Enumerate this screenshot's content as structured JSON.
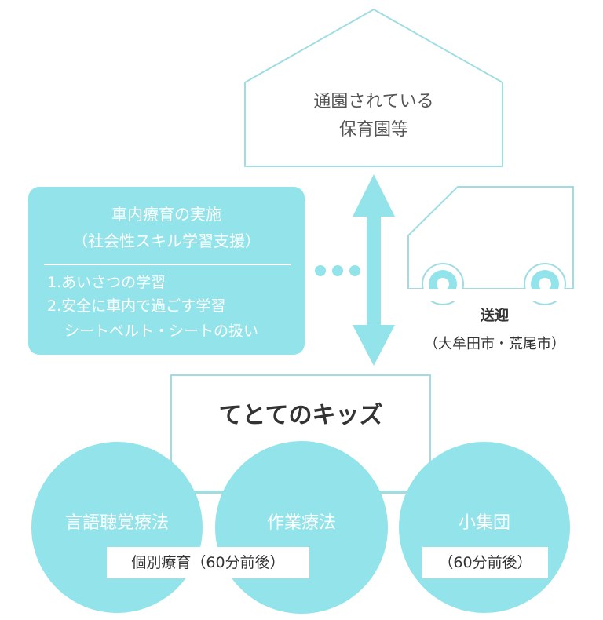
{
  "house": {
    "line1": "通園されている",
    "line2": "保育園等"
  },
  "support_box": {
    "title": "車内療育の実施",
    "subtitle": "（社会性スキル学習支援）",
    "items": [
      "1.あいさつの学習",
      "2.安全に車内で過ごす学習",
      "シートベルト・シートの扱い"
    ]
  },
  "van": {
    "label": "送迎",
    "sublabel": "（大牟田市・荒尾市）"
  },
  "tetote": {
    "label": "てとてのキッズ"
  },
  "circles": [
    {
      "label": "言語聴覚療法"
    },
    {
      "label": "作業療法"
    },
    {
      "label": "小集団"
    }
  ],
  "pills": {
    "individual": "個別療育（60分前後）",
    "group": "（60分前後）"
  },
  "colors": {
    "accent": "#93e4ea",
    "text": "#333333",
    "outline": "#9fdde3"
  }
}
